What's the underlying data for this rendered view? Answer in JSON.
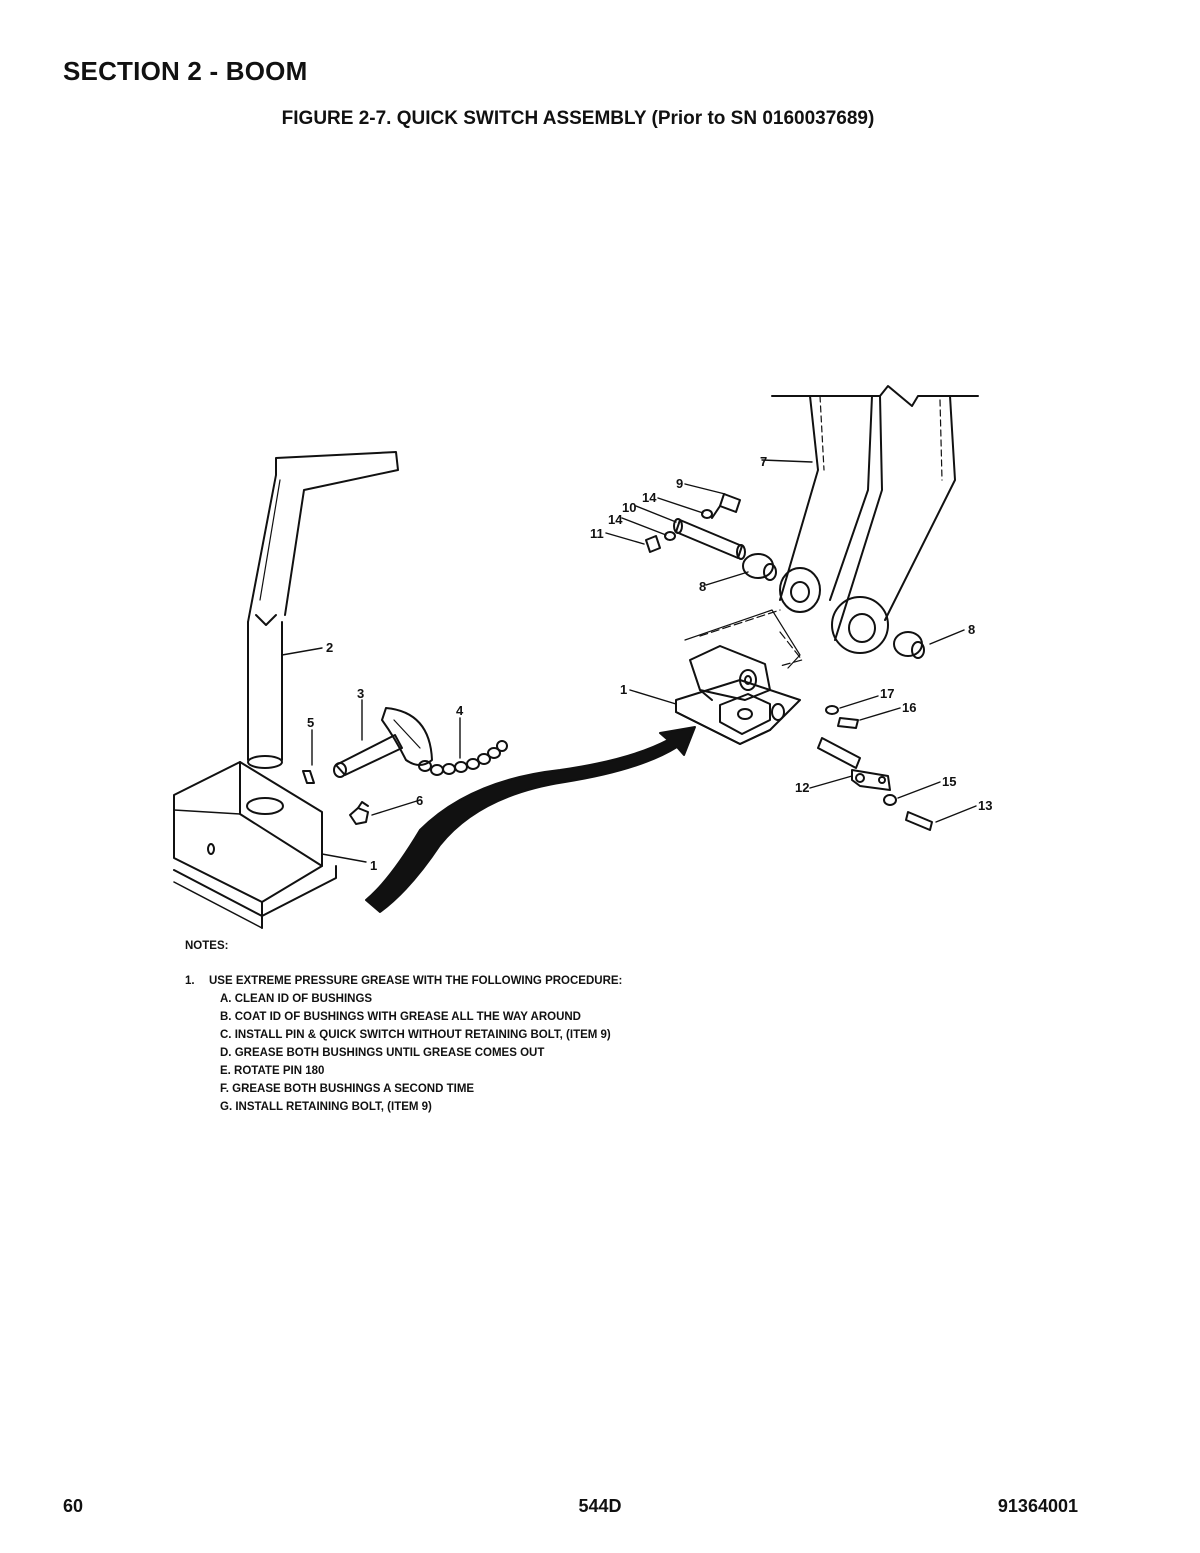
{
  "header": {
    "section_title": "SECTION 2 - BOOM",
    "figure_title": "FIGURE 2-7. QUICK SWITCH ASSEMBLY (Prior to SN 0160037689)"
  },
  "diagram": {
    "callouts": [
      "1",
      "2",
      "3",
      "4",
      "5",
      "6",
      "1",
      "7",
      "9",
      "14",
      "10",
      "14",
      "11",
      "8",
      "8",
      "1",
      "17",
      "16",
      "12",
      "15",
      "13"
    ]
  },
  "notes": {
    "heading": "NOTES:",
    "step_number": "1.",
    "step_text": "USE EXTREME PRESSURE GREASE WITH THE FOLLOWING PROCEDURE:",
    "substeps": [
      "A. CLEAN ID OF BUSHINGS",
      "B. COAT ID OF BUSHINGS WITH GREASE ALL THE WAY AROUND",
      "C. INSTALL PIN & QUICK SWITCH WITHOUT RETAINING BOLT, (ITEM 9)",
      "D. GREASE BOTH BUSHINGS UNTIL GREASE COMES OUT",
      "E. ROTATE PIN 180",
      "F. GREASE BOTH BUSHINGS A SECOND TIME",
      "G. INSTALL RETAINING BOLT, (ITEM 9)"
    ]
  },
  "footer": {
    "page_number": "60",
    "model": "544D",
    "part_number": "91364001"
  }
}
